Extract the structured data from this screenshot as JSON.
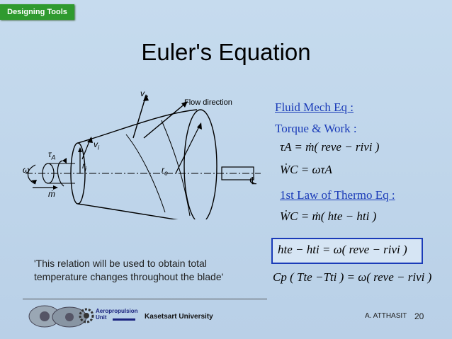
{
  "header": {
    "tag_label": "Designing Tools",
    "title": "Euler's Equation"
  },
  "diagram": {
    "labels": {
      "ve": "v",
      "ve_sub": "e",
      "flow": "Flow direction",
      "vi": "v",
      "vi_sub": "i",
      "tauA": "τ",
      "tauA_sub": "A",
      "omega": "ω",
      "ri": "r",
      "ri_sub": "i",
      "re": "r",
      "re_sub": "e",
      "mdot": "ṁ",
      "cl": "℄"
    }
  },
  "equations": {
    "fluid_heading": "Fluid Mech Eq :",
    "torque_heading": "Torque & Work :",
    "eq1": "τA = ṁ( reve − rivi )",
    "eq2": "ẆC = ωτA",
    "thermo_heading": "1st Law of Thermo Eq :",
    "eq3": "ẆC = ṁ( hte − hti )",
    "boxed": "hte − hti = ω( reve − rivi )",
    "eq5": "Cp ( Tte −Tti ) = ω( reve − rivi )"
  },
  "quote": "'This relation will be used to obtain total temperature changes throughout the blade'",
  "footer": {
    "unit_label_1": "Aeropropulsion",
    "unit_label_2": "Unit",
    "university": "Kasetsart University",
    "author": "A. ATTHASIT",
    "page": "20"
  }
}
